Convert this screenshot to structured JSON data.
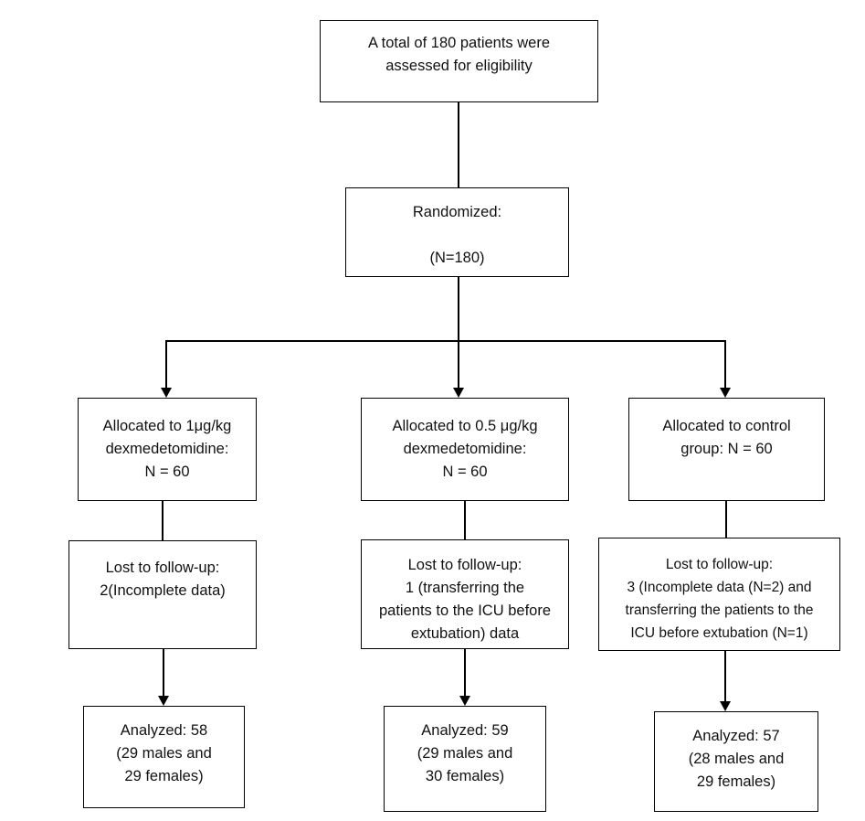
{
  "colors": {
    "background": "#ffffff",
    "box_border": "#000000",
    "connector_line": "#000000",
    "text": "#111111"
  },
  "flow": {
    "assessed": "A total of 180 patients were\nassessed for eligibility",
    "randomized": "Randomized:\n\n(N=180)",
    "columns": [
      {
        "allocated": "Allocated to 1μg/kg\ndexmedetomidine:\nN = 60",
        "lost": "Lost to follow-up:\n2(Incomplete data)",
        "analyzed": "Analyzed: 58\n(29 males and\n29 females)"
      },
      {
        "allocated": "Allocated to 0.5 μg/kg\ndexmedetomidine:\nN = 60",
        "lost": "Lost to follow-up:\n1 (transferring the\npatients to the ICU before\nextubation) data",
        "analyzed": "Analyzed: 59\n(29 males and\n30 females)"
      },
      {
        "allocated": "Allocated to control\ngroup: N = 60",
        "lost": "Lost to follow-up:\n3 (Incomplete data (N=2) and\ntransferring the patients to the\nICU before extubation (N=1)",
        "analyzed": "Analyzed: 57\n(28 males and\n29 females)"
      }
    ]
  }
}
